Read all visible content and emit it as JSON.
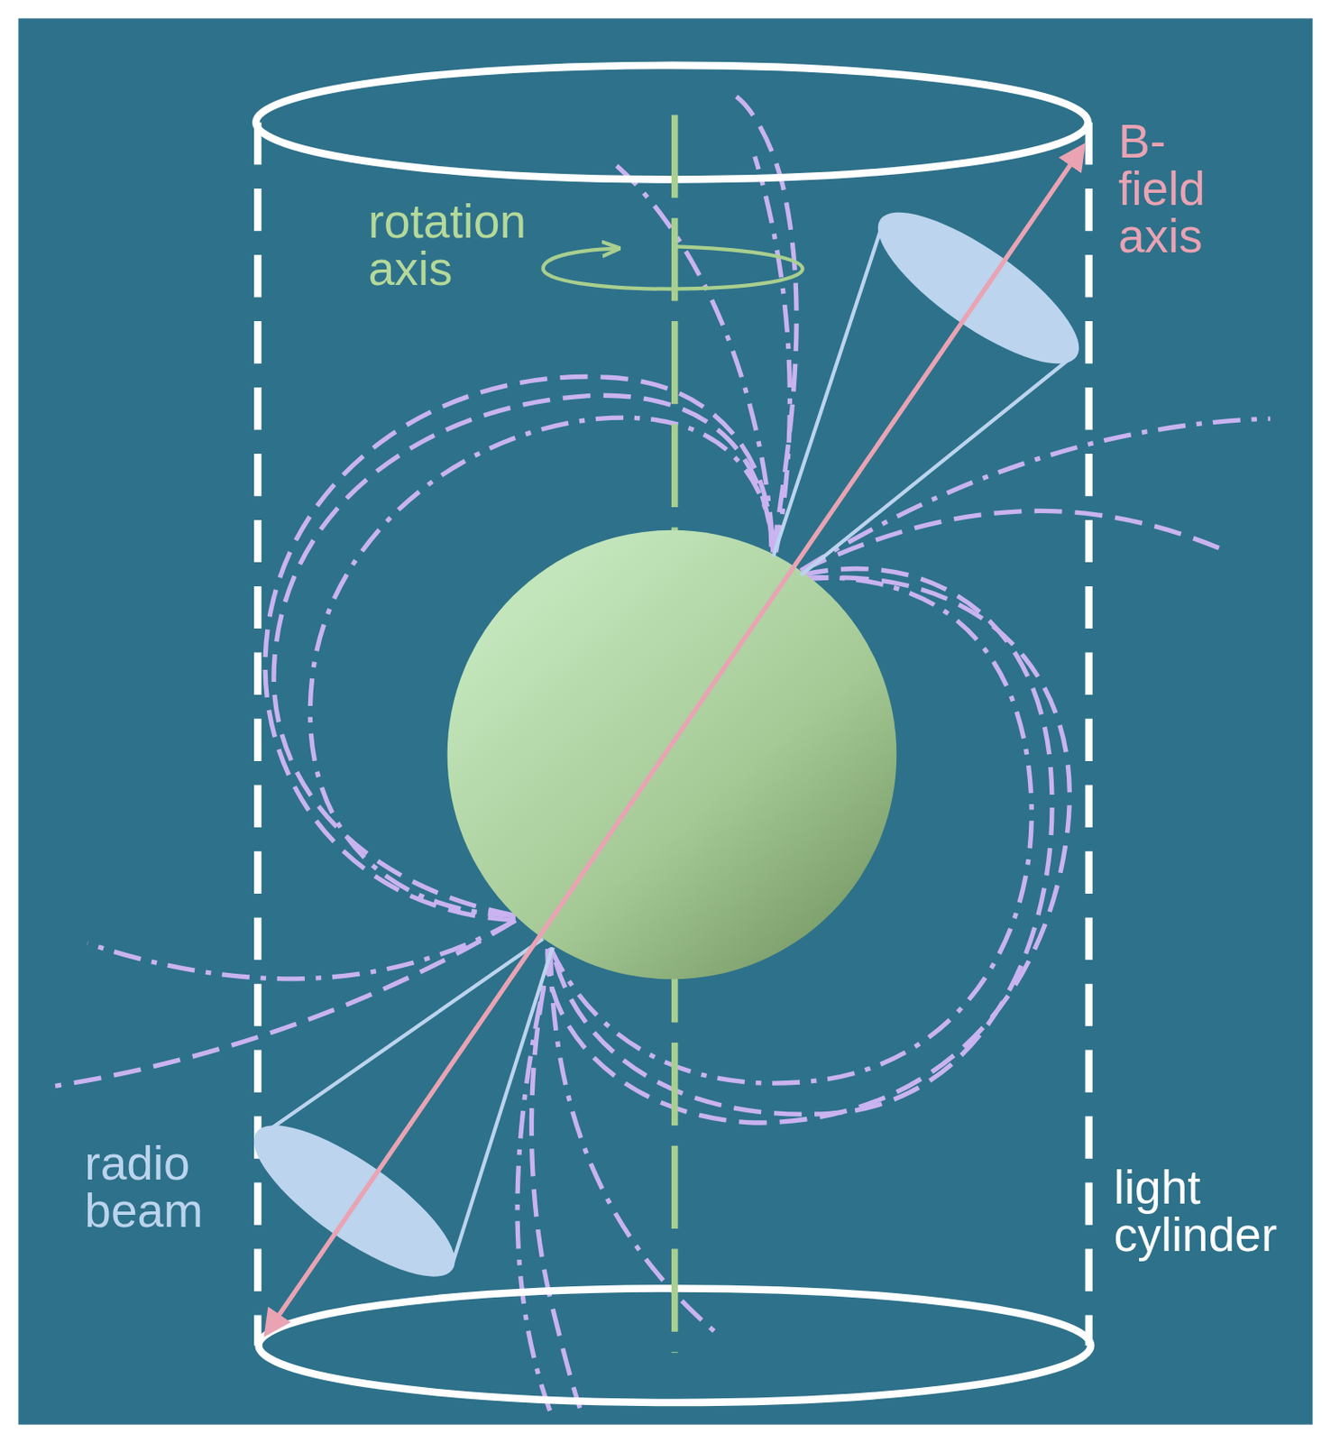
{
  "diagram": {
    "labels": [
      "rotation axis",
      "B-field axis",
      "radio beam",
      "light cylinder"
    ]
  }
}
